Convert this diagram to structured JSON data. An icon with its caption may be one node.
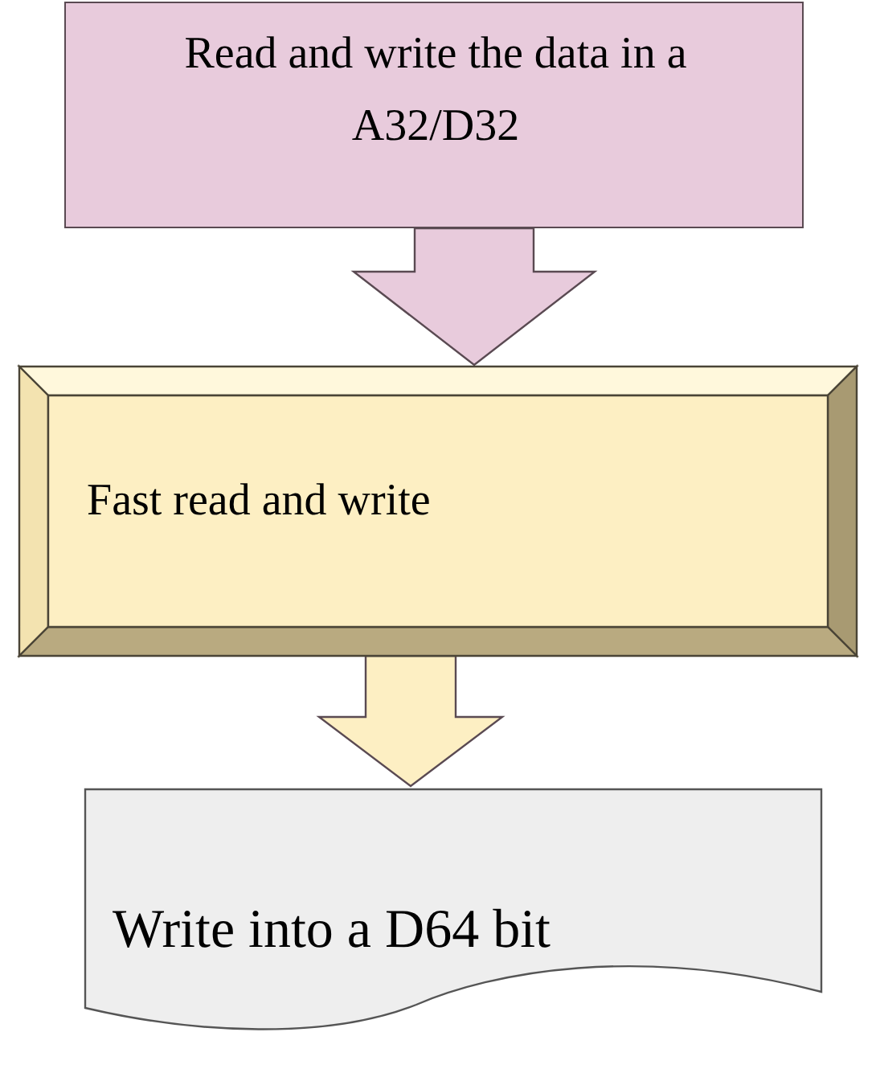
{
  "diagram": {
    "nodes": [
      {
        "text": [
          "Read and write the data in a A32/D32"
        ]
      },
      {
        "text": [
          "Fast read and write"
        ]
      },
      {
        "text": [
          "Write into a D64 bit"
        ]
      }
    ],
    "edges": [
      {
        "from": 0,
        "to": 1,
        "arrow": "to",
        "color": "#e8cbdc"
      },
      {
        "from": 1,
        "to": 2,
        "arrow": "to",
        "color": "#fdefc3"
      }
    ]
  }
}
